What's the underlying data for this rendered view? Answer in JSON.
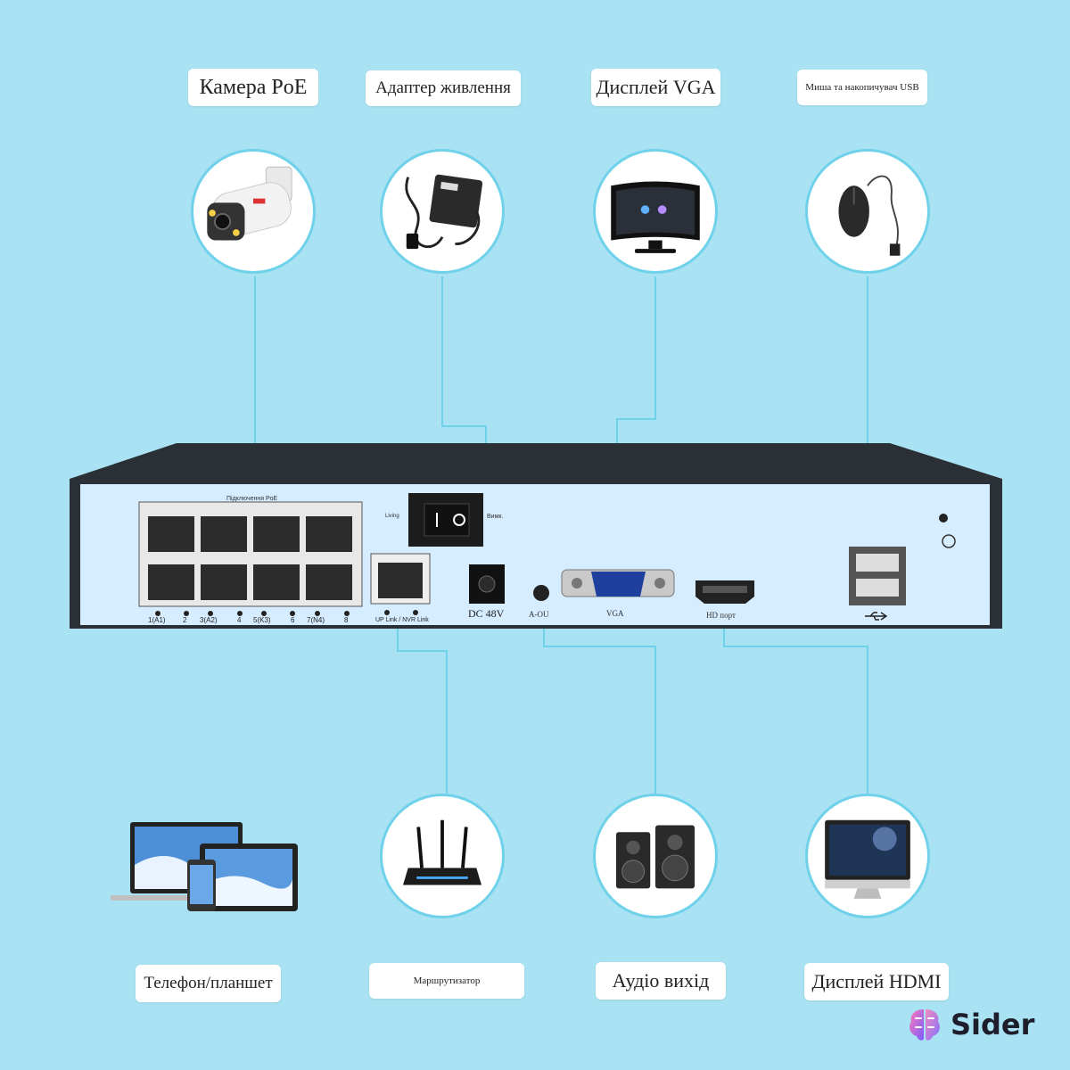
{
  "top_labels": {
    "camera": "Камера PoE",
    "adapter": "Адаптер живлення",
    "vga_display": "Дисплей VGA",
    "usb": "Миша та накопичувач USB"
  },
  "bottom_labels": {
    "phone": "Телефон/планшет",
    "router": "Маршрутизатор",
    "audio": "Аудіо вихід",
    "hdmi_display": "Дисплей HDMI"
  },
  "nvr_panel": {
    "poe_header": "Підключення PoE",
    "port_labels": [
      "1(A1)",
      "2",
      "3(A2)",
      "4",
      "5(K3)",
      "6",
      "7(N4)",
      "8"
    ],
    "uplink_label": "UP Link / NVR Link",
    "switch_left": "Living",
    "switch_right": "Вимк.",
    "dc_label": "DC 48V",
    "audio_label": "A-OU",
    "vga_label": "VGA",
    "hdmi_label": "HD порт"
  },
  "watermark": {
    "text": "Sider"
  },
  "icons": {
    "camera": "bullet-camera-icon",
    "adapter": "power-adapter-icon",
    "vga_display": "monitor-icon",
    "usb": "usb-mouse-icon",
    "phone": "laptop-tablet-phone-icon",
    "router": "router-icon",
    "audio": "speakers-icon",
    "hdmi_display": "imac-display-icon",
    "logo": "sider-brain-icon",
    "usb_symbol": "usb-symbol-icon",
    "ground_symbol": "ground-icon"
  },
  "colors": {
    "background": "#a9e2f2",
    "wire": "#6fd1ea",
    "nvr_top": "#2b2f36",
    "nvr_face": "#d6ecff"
  }
}
